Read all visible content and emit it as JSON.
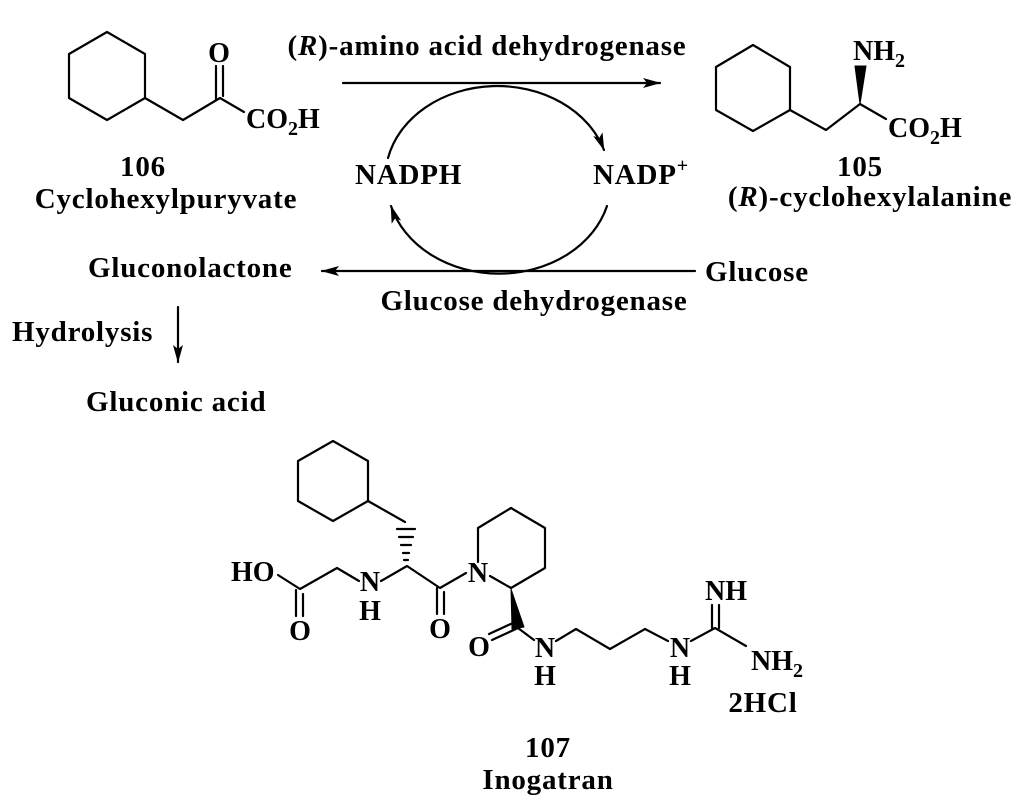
{
  "scheme": {
    "top_enzyme": {
      "open": "(",
      "stereo": "R",
      "rest": ")-amino acid dehydrogenase"
    },
    "cofactor_reduced": "NADPH",
    "cofactor_oxidized": {
      "base": "NADP",
      "charge": "+"
    },
    "bottom_enzyme": "Glucose dehydrogenase",
    "cosubstrate": "Glucose",
    "coproduct": "Gluconolactone",
    "hydrolysis": "Hydrolysis",
    "final_coproduct": "Gluconic acid"
  },
  "compound_106": {
    "number": "106",
    "name": "Cyclohexylpuryvate",
    "ketone_o": "O",
    "acid": {
      "main": "CO",
      "sub": "2",
      "end": "H"
    }
  },
  "compound_105": {
    "number": "105",
    "name": {
      "open": "(",
      "stereo": "R",
      "rest": ")-cyclohexylalanine"
    },
    "amine": {
      "main": "NH",
      "sub": "2"
    },
    "acid": {
      "main": "CO",
      "sub": "2",
      "end": "H"
    }
  },
  "compound_107": {
    "number": "107",
    "name": "Inogatran",
    "salt": "2HCl",
    "hydroxyl": "HO",
    "acid_o": "O",
    "amine_n": "N",
    "amine_h": "H",
    "amide1_o": "O",
    "ring_n": "N",
    "amide2_o": "O",
    "amide2_n": "N",
    "amide2_h": "H",
    "guanidine_n": "N",
    "guanidine_h": "H",
    "imine": "NH",
    "guanidine_amine": {
      "main": "NH",
      "sub": "2"
    }
  }
}
